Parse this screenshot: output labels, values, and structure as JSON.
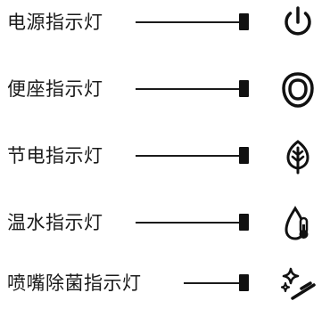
{
  "indicators": [
    {
      "label": "电源指示灯",
      "icon": "power-icon"
    },
    {
      "label": "便座指示灯",
      "icon": "toilet-seat-icon"
    },
    {
      "label": "节电指示灯",
      "icon": "leaf-icon"
    },
    {
      "label": "温水指示灯",
      "icon": "water-temperature-icon"
    },
    {
      "label": "喷嘴除菌指示灯",
      "icon": "nozzle-sterilize-icon"
    }
  ]
}
